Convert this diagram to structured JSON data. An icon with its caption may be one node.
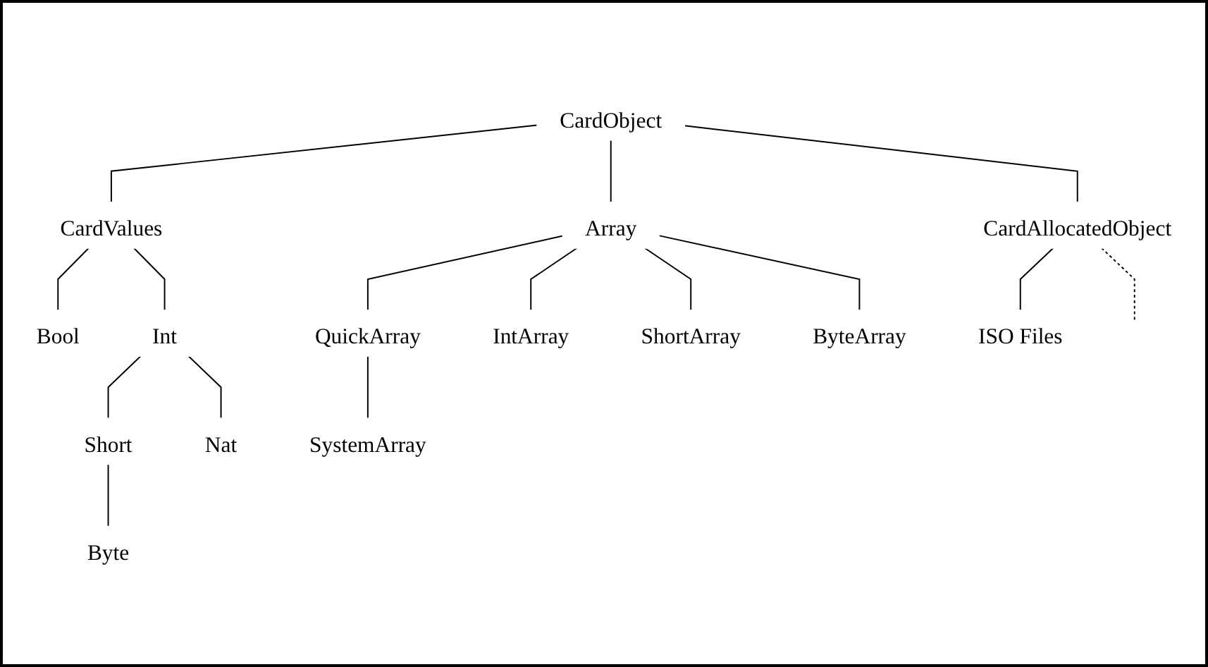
{
  "diagram": {
    "nodes": [
      {
        "text": [
          "CardObject"
        ]
      },
      {
        "text": [
          "CardValues"
        ]
      },
      {
        "text": [
          "Array"
        ]
      },
      {
        "text": [
          "CardAllocatedObject"
        ]
      },
      {
        "text": [
          "Bool"
        ]
      },
      {
        "text": [
          "Int"
        ]
      },
      {
        "text": [
          "QuickArray"
        ]
      },
      {
        "text": [
          "IntArray"
        ]
      },
      {
        "text": [
          "ShortArray"
        ]
      },
      {
        "text": [
          "ByteArray"
        ]
      },
      {
        "text": [
          "ISO Files"
        ]
      },
      {
        "text": [
          "Short"
        ]
      },
      {
        "text": [
          "Nat"
        ]
      },
      {
        "text": [
          "SystemArray"
        ]
      },
      {
        "text": [
          "Byte"
        ]
      }
    ],
    "edges": [
      {
        "from": 0,
        "to": 1,
        "arrow": "none"
      },
      {
        "from": 0,
        "to": 2,
        "arrow": "none"
      },
      {
        "from": 0,
        "to": 3,
        "arrow": "none"
      },
      {
        "from": 1,
        "to": 4,
        "arrow": "none"
      },
      {
        "from": 1,
        "to": 5,
        "arrow": "none"
      },
      {
        "from": 2,
        "to": 6,
        "arrow": "none"
      },
      {
        "from": 2,
        "to": 7,
        "arrow": "none"
      },
      {
        "from": 2,
        "to": 8,
        "arrow": "none"
      },
      {
        "from": 2,
        "to": 9,
        "arrow": "none"
      },
      {
        "from": 3,
        "to": 10,
        "arrow": "none"
      },
      {
        "from": 3,
        "to": null,
        "arrow": "none",
        "style": "dashed"
      },
      {
        "from": 5,
        "to": 11,
        "arrow": "none"
      },
      {
        "from": 5,
        "to": 12,
        "arrow": "none"
      },
      {
        "from": 6,
        "to": 13,
        "arrow": "none"
      },
      {
        "from": 11,
        "to": 14,
        "arrow": "none"
      }
    ]
  }
}
